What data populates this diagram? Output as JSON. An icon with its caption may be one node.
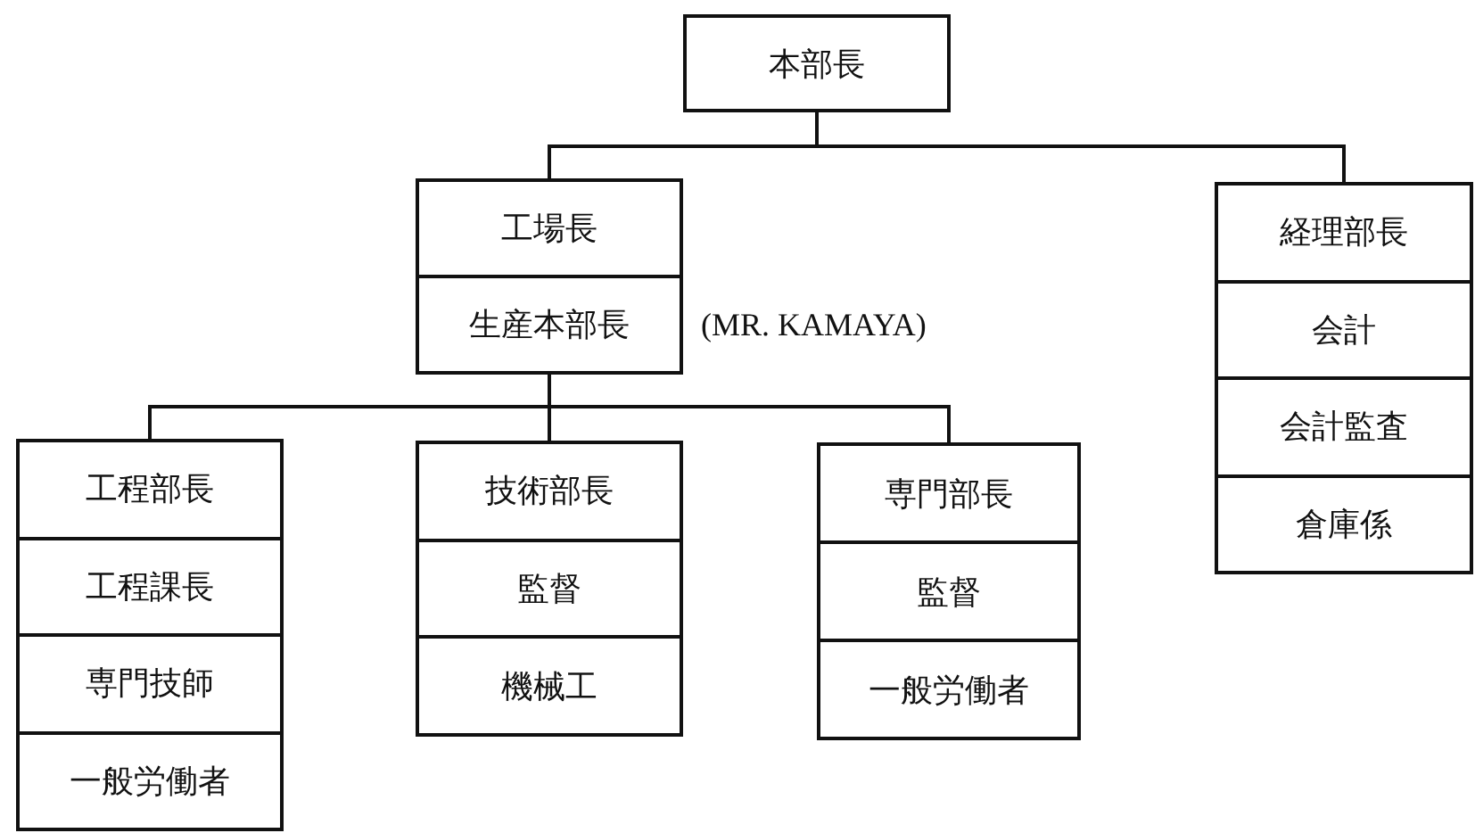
{
  "diagram": {
    "nodes": [
      {
        "text": [
          "本部長"
        ]
      },
      {
        "text": [
          "工場長",
          "生産本部長"
        ],
        "beside": [
          "(MR. KAMAYA)"
        ]
      },
      {
        "text": [
          "経理部長",
          "会計",
          "会計監査",
          "倉庫係"
        ]
      },
      {
        "text": [
          "工程部長",
          "工程課長",
          "専門技師",
          "一般労働者"
        ]
      },
      {
        "text": [
          "技術部長",
          "監督",
          "機械工"
        ]
      },
      {
        "text": [
          "専門部長",
          "監督",
          "一般労働者"
        ]
      }
    ],
    "edges": [
      {
        "from": 0,
        "to": 1,
        "arrow": "none"
      },
      {
        "from": 0,
        "to": 2,
        "arrow": "none"
      },
      {
        "from": 1,
        "to": 3,
        "arrow": "none"
      },
      {
        "from": 1,
        "to": 4,
        "arrow": "none"
      },
      {
        "from": 1,
        "to": 5,
        "arrow": "none"
      }
    ]
  }
}
